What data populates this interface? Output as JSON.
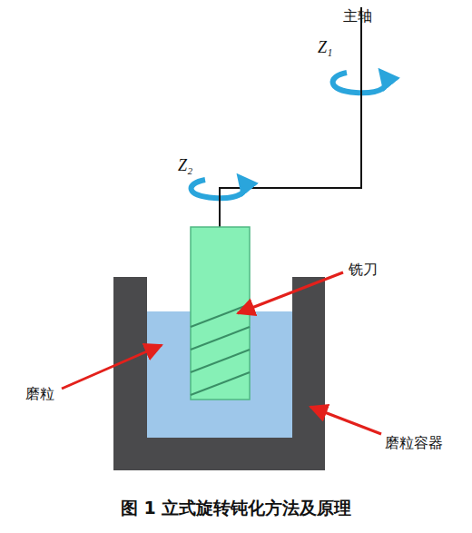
{
  "diagram": {
    "caption": "图 1 立式旋转钝化方法及原理",
    "labels": [
      "主轴",
      "Z₁",
      "Z₂",
      "铣刀",
      "磨粒",
      "磨粒容器"
    ]
  }
}
